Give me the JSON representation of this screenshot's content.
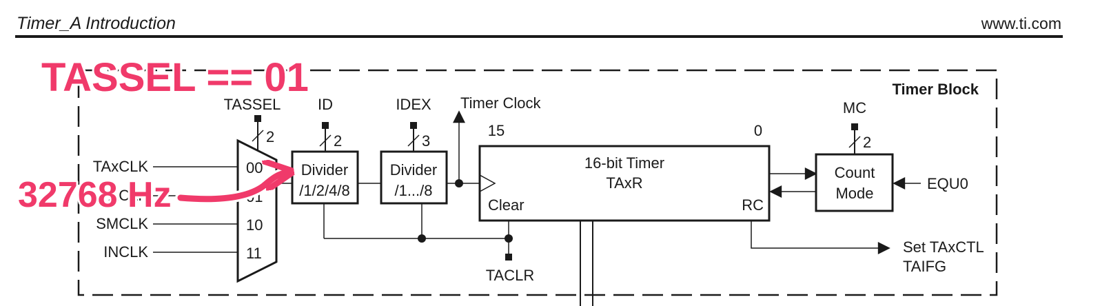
{
  "header": {
    "section_title": "Timer_A Introduction",
    "url": "www.ti.com"
  },
  "block_title": "Timer Block",
  "mux": {
    "label": "TASSEL",
    "width": "2",
    "inputs": [
      {
        "name": "TAxCLK",
        "code": "00"
      },
      {
        "name": "ACLK",
        "code": "01"
      },
      {
        "name": "SMCLK",
        "code": "10"
      },
      {
        "name": "INCLK",
        "code": "11"
      }
    ]
  },
  "id_divider": {
    "label": "ID",
    "width": "2",
    "line1": "Divider",
    "line2": "/1/2/4/8"
  },
  "idex_divider": {
    "label": "IDEX",
    "width": "3",
    "line1": "Divider",
    "line2": "/1.../8"
  },
  "timer_clock_label": "Timer Clock",
  "timer": {
    "msb": "15",
    "lsb": "0",
    "line1": "16-bit Timer",
    "line2": "TAxR",
    "clear": "Clear",
    "rc": "RC"
  },
  "count_mode": {
    "label": "MC",
    "width": "2",
    "line1": "Count",
    "line2": "Mode",
    "input": "EQU0"
  },
  "taclr": "TACLR",
  "output": {
    "line1": "Set TAxCTL",
    "line2": "TAIFG"
  },
  "annotations": {
    "top": "TASSEL == 01",
    "freq": "32768 Hz"
  },
  "colors": {
    "annotation": "#f03a6a",
    "ink": "#1a1a1a"
  }
}
